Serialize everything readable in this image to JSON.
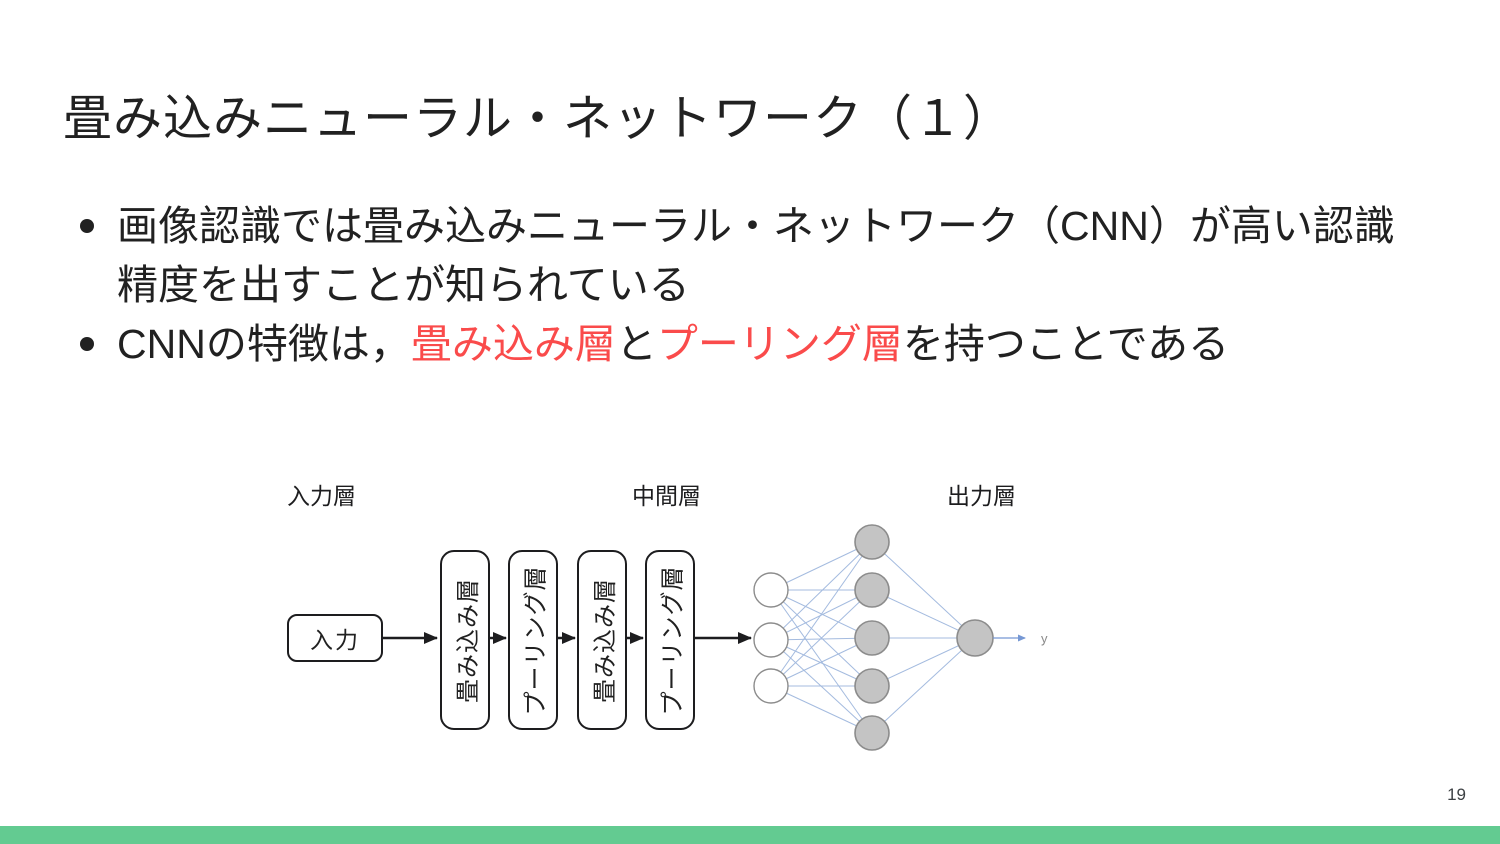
{
  "slide": {
    "title": "畳み込みニューラル・ネットワーク（１）",
    "page_number": "19"
  },
  "bullets": [
    {
      "segments": [
        {
          "text": "画像認識では畳み込みニューラル・ネットワーク（CNN）が高い認識精度を出すことが知られている",
          "emphasis": false
        }
      ]
    },
    {
      "segments": [
        {
          "text": "CNNの特徴は，",
          "emphasis": false
        },
        {
          "text": "畳み込み層",
          "emphasis": true
        },
        {
          "text": "と",
          "emphasis": false
        },
        {
          "text": "プーリング層",
          "emphasis": true
        },
        {
          "text": "を持つことである",
          "emphasis": false
        }
      ]
    }
  ],
  "diagram": {
    "layer_labels": {
      "input": "入力層",
      "hidden": "中間層",
      "output": "出力層"
    },
    "input_box_label": "入力",
    "stage_boxes": [
      "畳み込み層",
      "プーリング層",
      "畳み込み層",
      "プーリング層"
    ],
    "network": {
      "input_node_count": 3,
      "hidden_node_count": 5,
      "output_node_count": 1,
      "output_arrow_label": "y"
    }
  },
  "colors": {
    "text": "#212121",
    "emphasis_red": "#fa4b4b",
    "edge_blue": "#a4bbdf",
    "arrow_blue": "#7698d4",
    "node_fill_gray": "#c4c4c4",
    "node_stroke_gray": "#8c8c8c",
    "arrow_black": "#1d1d1f",
    "footer_green": "#63cb91"
  }
}
